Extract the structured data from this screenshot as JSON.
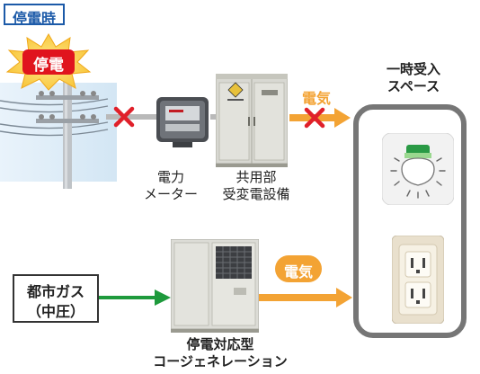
{
  "header": {
    "title": "停電時"
  },
  "outage": {
    "badge": "停電"
  },
  "meter": {
    "label_line1": "電力",
    "label_line2": "メーター"
  },
  "substation": {
    "label_line1": "共用部",
    "label_line2": "受変電設備"
  },
  "top_flow": {
    "label": "電気"
  },
  "space": {
    "title_line1": "一時受入",
    "title_line2": "スペース"
  },
  "gas": {
    "line1": "都市ガス",
    "line2": "（中圧）"
  },
  "bottom_flow": {
    "label": "電気"
  },
  "cogen": {
    "label_line1": "停電対応型",
    "label_line2": "コージェネレーション"
  },
  "colors": {
    "header_border": "#1c5aa8",
    "outage_red": "#e0141e",
    "flow_orange": "#f3a334",
    "gas_green": "#1e9a3c",
    "cross_red": "#e0202a"
  },
  "icons": [
    "outage-burst-icon",
    "utility-pole-icon",
    "power-meter-icon",
    "substation-cabinet-icon",
    "light-bulb-icon",
    "power-outlet-icon",
    "cogeneration-unit-icon",
    "cross-icon"
  ]
}
